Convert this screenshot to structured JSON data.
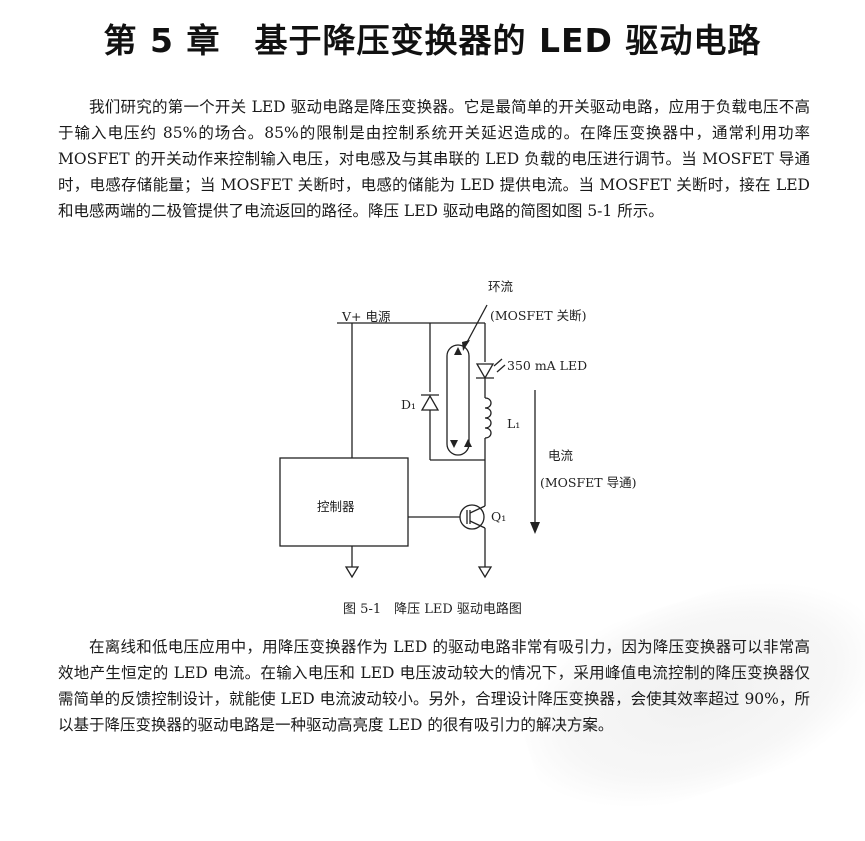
{
  "chapter_title": "第 5 章　基于降压变换器的 LED 驱动电路",
  "paragraph_1": "我们研究的第一个开关 LED 驱动电路是降压变换器。它是最简单的开关驱动电路，应用于负载电压不高于输入电压约 85%的场合。85%的限制是由控制系统开关延迟造成的。在降压变换器中，通常利用功率 MOSFET 的开关动作来控制输入电压，对电感及与其串联的 LED 负载的电压进行调节。当 MOSFET 导通时，电感存储能量；当 MOSFET 关断时，电感的储能为 LED 提供电流。当 MOSFET 关断时，接在 LED 和电感两端的二极管提供了电流返回的路径。降压 LED 驱动电路的简图如图 5-1 所示。",
  "figure": {
    "supply_label": "V+ 电源",
    "freewheel_label": "环流",
    "freewheel_condition": "(MOSFET 关断)",
    "led_label": "350 mA LED",
    "diode_label": "D₁",
    "inductor_label": "L₁",
    "current_label": "电流",
    "current_condition": "(MOSFET 导通)",
    "controller_label": "控制器",
    "mosfet_label": "Q₁",
    "caption": "图 5-1　降压 LED 驱动电路图"
  },
  "paragraph_2": "在离线和低电压应用中，用降压变换器作为 LED 的驱动电路非常有吸引力，因为降压变换器可以非常高效地产生恒定的 LED 电流。在输入电压和 LED 电压波动较大的情况下，采用峰值电流控制的降压变换器仅需简单的反馈控制设计，就能使 LED 电流波动较小。另外，合理设计降压变换器，会使其效率超过 90%，所以基于降压变换器的驱动电路是一种驱动高亮度 LED 的很有吸引力的解决方案。"
}
